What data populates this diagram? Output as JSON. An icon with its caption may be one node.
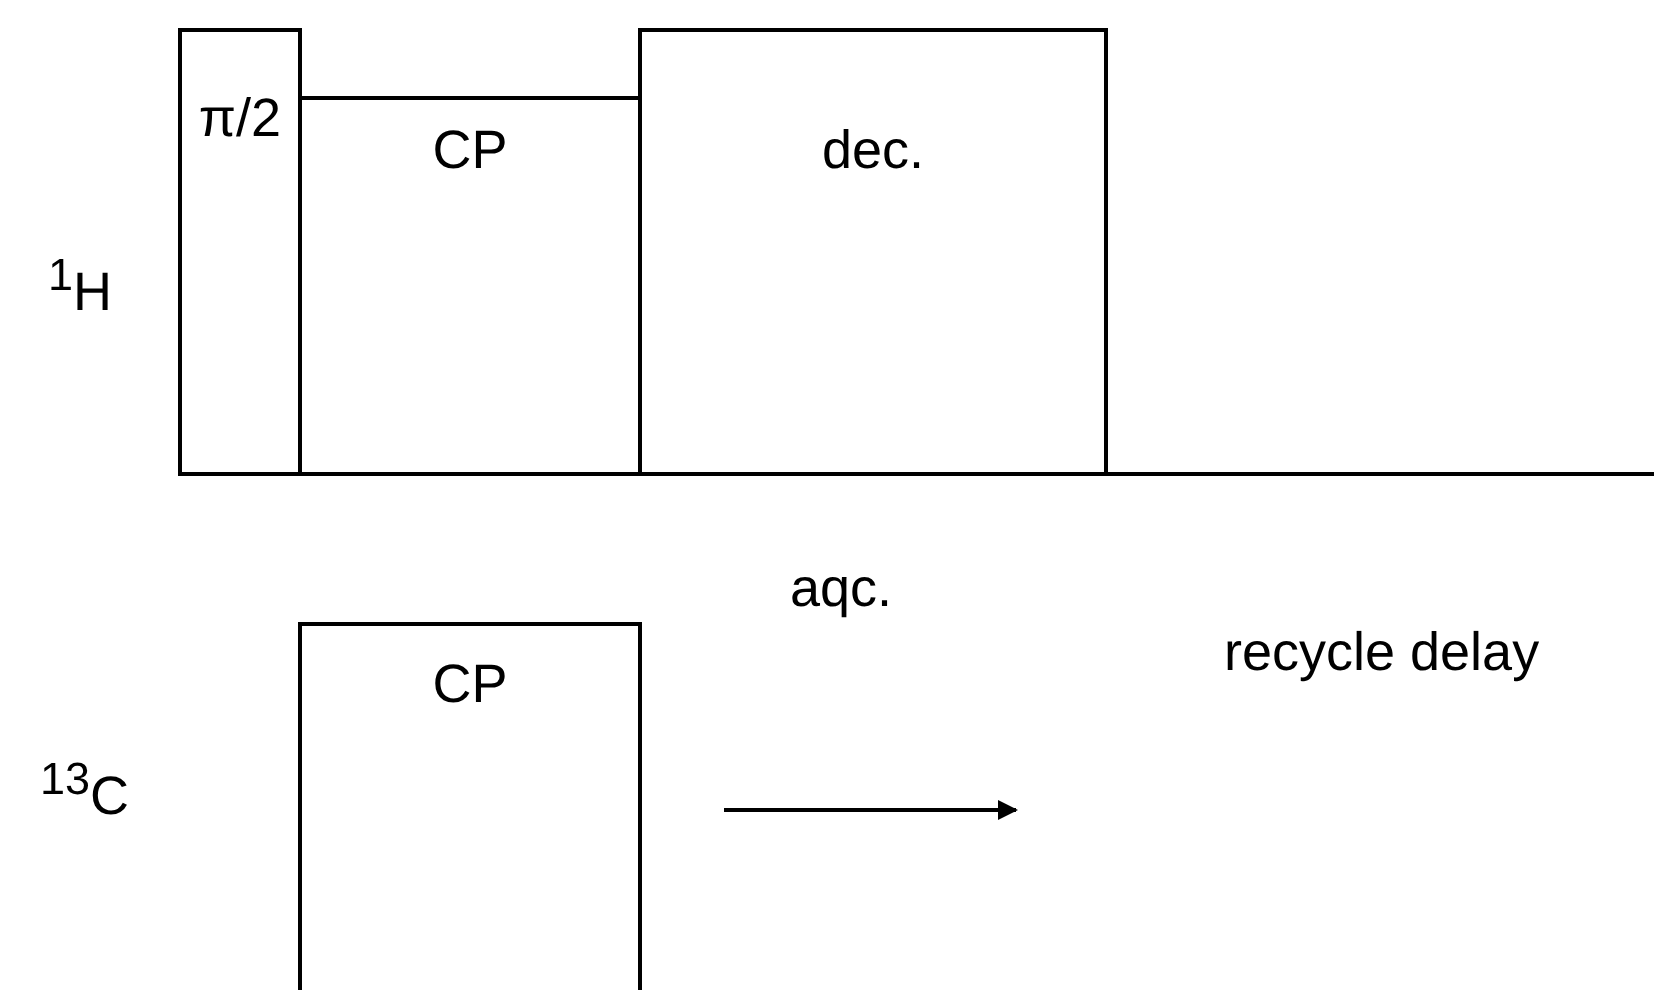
{
  "diagram": {
    "nodes": [
      {
        "text": [
          "π/2"
        ]
      },
      {
        "text": [
          "CP"
        ]
      },
      {
        "text": [
          "dec."
        ]
      },
      {
        "text": [
          "CP"
        ]
      }
    ],
    "labels": [
      "$^{1}$H",
      "$^{13}$C",
      "aqc.",
      "recycle delay"
    ]
  }
}
